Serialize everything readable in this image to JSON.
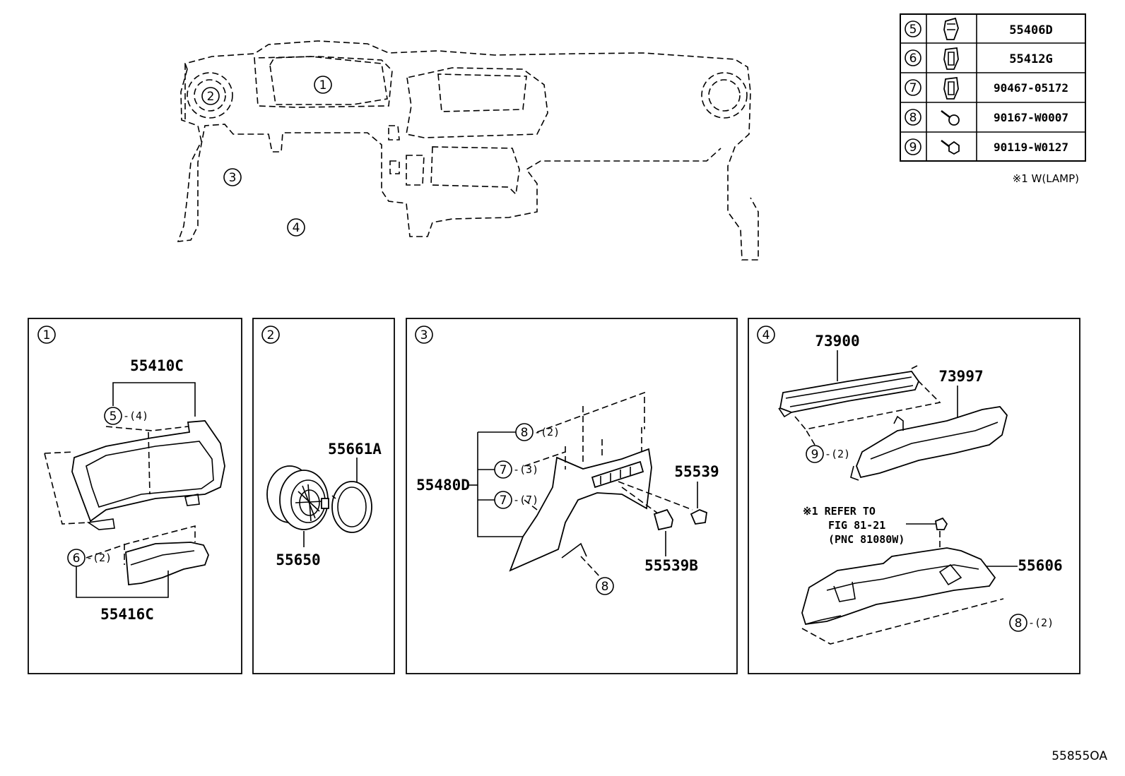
{
  "legend": [
    {
      "num": "5",
      "part": "55406D",
      "icon": "clip-icon"
    },
    {
      "num": "6",
      "part": "55412G",
      "icon": "clip-icon"
    },
    {
      "num": "7",
      "part": "90467-05172",
      "icon": "clip-icon"
    },
    {
      "num": "8",
      "part": "90167-W0007",
      "icon": "screw-icon"
    },
    {
      "num": "9",
      "part": "90119-W0127",
      "icon": "bolt-icon"
    }
  ],
  "lamp_note": "※1 W(LAMP)",
  "overview": {
    "labels": [
      "1",
      "2",
      "3",
      "4"
    ]
  },
  "panel1": {
    "num": "1",
    "part_top": "55410C",
    "clip_top": "5",
    "clip_top_qty": "-(4)",
    "clip_bottom": "6",
    "clip_bottom_qty": "-(2)",
    "part_bottom": "55416C"
  },
  "panel2": {
    "num": "2",
    "part_vent": "55650",
    "part_ring": "55661A"
  },
  "panel3": {
    "num": "3",
    "part_main": "55480D",
    "c8": "8",
    "c8_qty": "-(2)",
    "c7a": "7",
    "c7a_qty": "-(3)",
    "c7b": "7",
    "c7b_qty": "-(7)",
    "c8_bottom": "8",
    "part_a": "55539",
    "part_b": "55539B"
  },
  "panel4": {
    "num": "4",
    "part_a": "73900",
    "part_b": "73997",
    "c9": "9",
    "c9_qty": "-(2)",
    "refer_1": "※1 REFER TO",
    "refer_2": "FIG 81-21",
    "refer_3": "(PNC 81080W)",
    "part_c": "55606",
    "c8": "8",
    "c8_qty": "-(2)"
  },
  "figure_code": "55855OA"
}
